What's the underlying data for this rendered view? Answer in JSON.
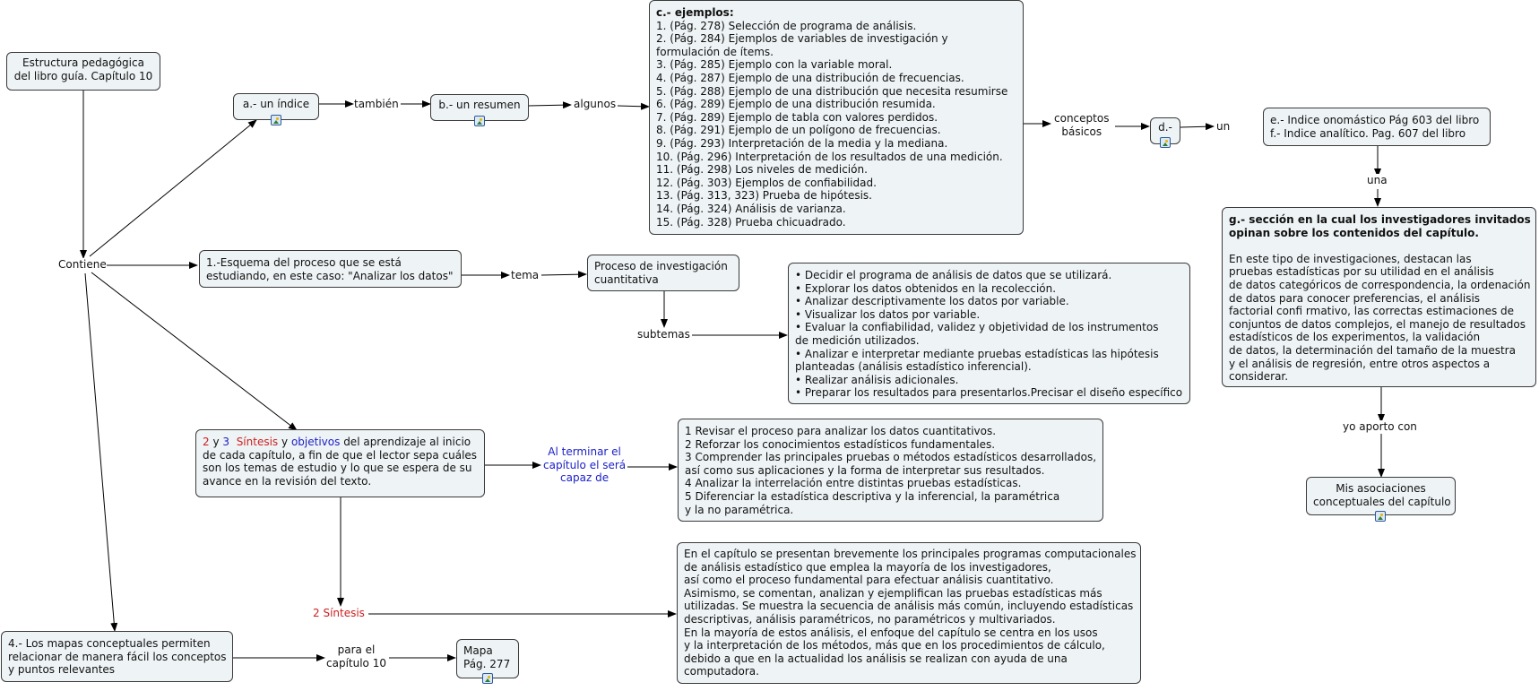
{
  "nodes": {
    "estructura": [
      "Estructura pedagógica",
      "del libro guía. Capítulo 10"
    ],
    "indice": "a.- un índice",
    "resumen": "b.- un resumen",
    "ejemplos": {
      "title": "c.- ejemplos:",
      "items": [
        "1. (Pág. 278) Selección de programa de análisis.",
        "2. (Pág. 284) Ejemplos de variables de investigación y",
        "formulación de ítems.",
        "3. (Pág. 285) Ejemplo con la variable moral.",
        "4. (Pág. 287) Ejemplo de una distribución de frecuencias.",
        "5. (Pág. 288) Ejemplo de una distribución que necesita resumirse",
        "6. (Pág. 289) Ejemplo de una distribución resumida.",
        "7. (Pág. 289) Ejemplo de tabla con valores perdidos.",
        "8. (Pág. 291) Ejemplo de un polígono de frecuencias.",
        "9. (Pág. 293) Interpretación de la media y la mediana.",
        "10. (Pág. 296) Interpretación de los resultados de una medición.",
        "11. (Pág. 298) Los niveles de medición.",
        "12. (Pág. 303) Ejemplos de confiabilidad.",
        "13. (Pág. 313, 323) Prueba de hipótesis.",
        "14. (Pág. 324) Análisis de varianza.",
        "15. (Pág. 328) Prueba chicuadrado."
      ]
    },
    "d": "d.-",
    "indices": [
      "e.- Indice onomástico Pág 603 del libro",
      "f.- Indice analítico. Pag. 607 del libro"
    ],
    "seccion": {
      "title": [
        "g.- sección en la cual los investigadores invitados",
        "opinan sobre los contenidos del capítulo."
      ],
      "body": [
        "En este tipo de investigaciones, destacan las",
        "pruebas estadísticas por su utilidad en el análisis",
        "de datos categóricos de correspondencia, la ordenación",
        "de datos para conocer preferencias, el análisis",
        "factorial confi rmativo, las correctas estimaciones de",
        "conjuntos de datos complejos, el manejo de resultados",
        "estadísticos de los experimentos, la validación",
        "de datos, la determinación del tamaño de la muestra",
        "y el análisis de regresión, entre otros aspectos a",
        "considerar."
      ]
    },
    "asociaciones": [
      "Mis asociaciones",
      "conceptuales del capítulo"
    ],
    "esquema": [
      "1.-Esquema del proceso que se está",
      "estudiando, en este caso: \"Analizar los datos\""
    ],
    "proceso": [
      "Proceso de investigación",
      "cuantitativa"
    ],
    "subtemas_list": [
      "• Decidir el programa de análisis de datos que se utilizará.",
      "• Explorar los datos obtenidos en la recolección.",
      "• Analizar descriptivamente los datos por variable.",
      "• Visualizar los datos por variable.",
      "• Evaluar la confiabilidad, validez y objetividad de los instrumentos",
      "de medición utilizados.",
      "• Analizar e interpretar mediante pruebas estadísticas las hipótesis",
      "planteadas (análisis estadístico inferencial).",
      "• Realizar análisis adicionales.",
      "• Preparar los resultados para presentarlos.Precisar el diseño específico"
    ],
    "sintesis_obj": {
      "num2": "2",
      "y1": "y",
      "num3": "3",
      "sintesis": "Síntesis",
      "y2": "y",
      "objetivos": "objetivos",
      "rest1": "del aprendizaje al inicio",
      "lines": [
        "de cada capítulo, a fin de que el lector sepa cuáles",
        "son los temas de estudio y lo que se espera de su",
        "avance en la revisión del texto."
      ]
    },
    "objetivos_list": [
      "1 Revisar el proceso para analizar los datos cuantitativos.",
      "2 Reforzar los conocimientos estadísticos fundamentales.",
      "3 Comprender las principales pruebas o métodos estadísticos desarrollados,",
      "así como sus aplicaciones y la forma de interpretar sus resultados.",
      "4 Analizar la interrelación entre distintas pruebas estadísticas.",
      "5 Diferenciar la estadística descriptiva y la inferencial, la paramétrica",
      "y la no paramétrica."
    ],
    "sintesis_text": [
      "En el capítulo se presentan brevemente los principales programas computacionales",
      "de análisis estadístico que emplea la mayoría de los investigadores,",
      "así como el proceso fundamental para efectuar análisis cuantitativo.",
      "Asimismo, se comentan, analizan y ejemplifican las pruebas estadísticas más",
      "utilizadas. Se muestra la secuencia de análisis más común, incluyendo estadísticas",
      "descriptivas, análisis paramétricos, no paramétricos y multivariados.",
      "En la mayoría de estos análisis, el enfoque del capítulo se centra en los usos",
      "y la interpretación de los métodos, más que en los procedimientos de cálculo,",
      "debido a que en la actualidad los análisis se realizan con ayuda de una",
      "computadora."
    ],
    "mapas": [
      "4.- Los mapas conceptuales permiten",
      "relacionar de manera fácil los conceptos",
      "y puntos relevantes"
    ],
    "mapa": [
      "Mapa",
      "Pág. 277"
    ]
  },
  "labels": {
    "contiene": "Contiene",
    "tambien": "también",
    "algunos": "algunos",
    "conceptos": [
      "conceptos",
      "básicos"
    ],
    "un": "un",
    "una": "una",
    "tema": "tema",
    "subtemas": "subtemas",
    "al_terminar": [
      "Al terminar el",
      "capítulo el será",
      "capaz de"
    ],
    "sintesis2": "2 Síntesis",
    "yo_aporto": "yo aporto con",
    "para_el": [
      "para el",
      "capítulo 10"
    ]
  },
  "colors": {
    "red": "#cc1f1f",
    "blue": "#1c21c7",
    "node_fill": "#eef3f5"
  }
}
